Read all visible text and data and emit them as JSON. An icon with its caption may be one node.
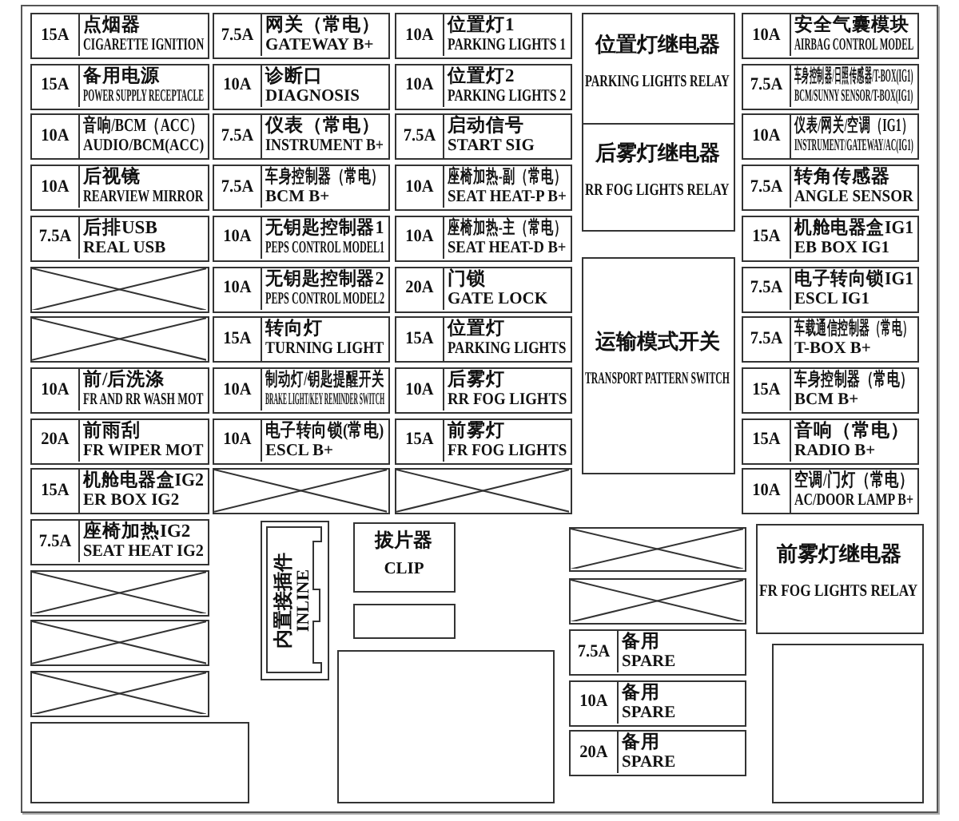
{
  "diagram": {
    "nodes": [
      {
        "text": [
          "15A",
          "点烟器",
          "CIGARETTE IGNITION"
        ]
      },
      {
        "text": [
          "15A",
          "备用电源",
          "POWER SUPPLY RECEPTACLE"
        ]
      },
      {
        "text": [
          "10A",
          "音响/BCM（ACC）",
          "AUDIO/BCM(ACC)"
        ]
      },
      {
        "text": [
          "10A",
          "后视镜",
          "REARVIEW MIRROR"
        ]
      },
      {
        "text": [
          "7.5A",
          "后排USB",
          "REAL USB"
        ]
      },
      {
        "text": [],
        "shape": "cross"
      },
      {
        "text": [],
        "shape": "cross"
      },
      {
        "text": [
          "10A",
          "前/后洗涤",
          "FR AND RR WASH MOT"
        ]
      },
      {
        "text": [
          "20A",
          "前雨刮",
          "FR WIPER MOT"
        ]
      },
      {
        "text": [
          "15A",
          "机舱电器盒IG2",
          "ER BOX IG2"
        ]
      },
      {
        "text": [
          "7.5A",
          "座椅加热IG2",
          "SEAT HEAT IG2"
        ]
      },
      {
        "text": [],
        "shape": "cross"
      },
      {
        "text": [],
        "shape": "cross"
      },
      {
        "text": [],
        "shape": "cross"
      },
      {
        "text": [],
        "shape": "box"
      },
      {
        "text": [
          "7.5A",
          "网关（常电）",
          "GATEWAY B+"
        ]
      },
      {
        "text": [
          "10A",
          "诊断口",
          "DIAGNOSIS"
        ]
      },
      {
        "text": [
          "7.5A",
          "仪表（常电）",
          "INSTRUMENT B+"
        ]
      },
      {
        "text": [
          "7.5A",
          "车身控制器（常电）",
          "BCM B+"
        ]
      },
      {
        "text": [
          "10A",
          "无钥匙控制器1",
          "PEPS CONTROL MODEL1"
        ]
      },
      {
        "text": [
          "10A",
          "无钥匙控制器2",
          "PEPS CONTROL MODEL2"
        ]
      },
      {
        "text": [
          "15A",
          "转向灯",
          "TURNING LIGHT"
        ]
      },
      {
        "text": [
          "10A",
          "制动灯/钥匙提醒开关",
          "BRAKE LIGHT/KEY REMINDER SWITCH"
        ]
      },
      {
        "text": [
          "10A",
          "电子转向锁(常电)",
          "ESCL B+"
        ]
      },
      {
        "text": [],
        "shape": "cross"
      },
      {
        "text": [
          "10A",
          "位置灯1",
          "PARKING LIGHTS 1"
        ]
      },
      {
        "text": [
          "10A",
          "位置灯2",
          "PARKING LIGHTS 2"
        ]
      },
      {
        "text": [
          "7.5A",
          "启动信号",
          "START SIG"
        ]
      },
      {
        "text": [
          "10A",
          "座椅加热-副（常电）",
          "SEAT HEAT-P B+"
        ]
      },
      {
        "text": [
          "10A",
          "座椅加热-主（常电）",
          "SEAT HEAT-D B+"
        ]
      },
      {
        "text": [
          "20A",
          "门锁",
          "GATE LOCK"
        ]
      },
      {
        "text": [
          "15A",
          "位置灯",
          "PARKING LIGHTS"
        ]
      },
      {
        "text": [
          "10A",
          "后雾灯",
          "RR FOG LIGHTS"
        ]
      },
      {
        "text": [
          "15A",
          "前雾灯",
          "FR FOG LIGHTS"
        ]
      },
      {
        "text": [],
        "shape": "cross"
      },
      {
        "text": [
          "内置接插件",
          "INLINE"
        ]
      },
      {
        "text": [
          "拔片器",
          "CLIP"
        ]
      },
      {
        "text": [],
        "shape": "box"
      },
      {
        "text": [],
        "shape": "box"
      },
      {
        "text": [
          "位置灯继电器",
          "PARKING LIGHTS RELAY"
        ]
      },
      {
        "text": [
          "后雾灯继电器",
          "RR FOG LIGHTS RELAY"
        ]
      },
      {
        "text": [
          "运输模式开关",
          "TRANSPORT PATTERN SWITCH"
        ]
      },
      {
        "text": [],
        "shape": "cross"
      },
      {
        "text": [],
        "shape": "cross"
      },
      {
        "text": [
          "7.5A",
          "备用",
          "SPARE"
        ]
      },
      {
        "text": [
          "10A",
          "备用",
          "SPARE"
        ]
      },
      {
        "text": [
          "20A",
          "备用",
          "SPARE"
        ]
      },
      {
        "text": [
          "10A",
          "安全气囊模块",
          "AIRBAG CONTROL MODEL"
        ]
      },
      {
        "text": [
          "7.5A",
          "车身控制器/日照传感器/T-BOX(IG1)",
          "BCM/SUNNY SENSOR/T-BOX(IG1)"
        ]
      },
      {
        "text": [
          "10A",
          "仪表/网关/空调（IG1）",
          "INSTRUMENT/GATEWAY/AC(IG1)"
        ]
      },
      {
        "text": [
          "7.5A",
          "转角传感器",
          "ANGLE SENSOR"
        ]
      },
      {
        "text": [
          "15A",
          "机舱电器盒IG1",
          "EB BOX IG1"
        ]
      },
      {
        "text": [
          "7.5A",
          "电子转向锁IG1",
          "ESCL IG1"
        ]
      },
      {
        "text": [
          "7.5A",
          "车载通信控制器（常电）",
          "T-BOX B+"
        ]
      },
      {
        "text": [
          "15A",
          "车身控制器（常电）",
          "BCM B+"
        ]
      },
      {
        "text": [
          "15A",
          "音响（常电）",
          "RADIO B+"
        ]
      },
      {
        "text": [
          "10A",
          "空调/门灯（常电）",
          "AC/DOOR LAMP B+"
        ]
      },
      {
        "text": [
          "前雾灯继电器",
          "FR FOG LIGHTS RELAY"
        ]
      },
      {
        "text": [],
        "shape": "box"
      }
    ]
  }
}
